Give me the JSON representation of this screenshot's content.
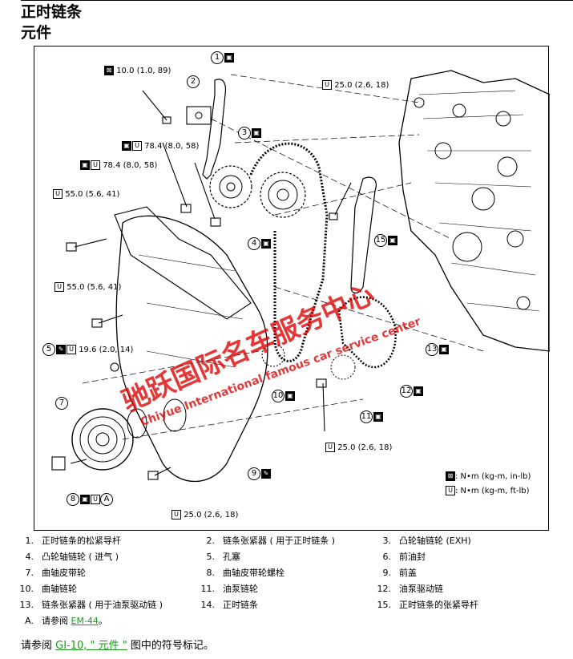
{
  "header": {
    "title": "正时链条",
    "subtitle": "元件"
  },
  "figure": {
    "callouts": [
      {
        "num": "1"
      },
      {
        "num": "2"
      },
      {
        "num": "3"
      },
      {
        "num": "4"
      },
      {
        "num": "5"
      },
      {
        "num": "7"
      },
      {
        "num": "8"
      },
      {
        "num": "9"
      },
      {
        "num": "10"
      },
      {
        "num": "11"
      },
      {
        "num": "12"
      },
      {
        "num": "13"
      },
      {
        "num": "15"
      }
    ],
    "torques": {
      "t1": "10.0 (1.0, 89)",
      "t2": "78.4 (8.0, 58)",
      "t3": "78.4 (8.0, 58)",
      "t4": "55.0 (5.6, 41)",
      "t5": "55.0 (5.6, 41)",
      "t6": "19.6 (2.0, 14)",
      "t7": "25.0 (2.6, 18)",
      "t8": "25.0 (2.6, 18)",
      "t9": "25.0 (2.6, 18)"
    },
    "unit_legend": {
      "nm_in_lb": ": N•m (kg-m, in-lb)",
      "nm_ft_lb": ": N•m (kg-m, ft-lb)"
    },
    "watermark": {
      "cn": "驰跃国际名车服务中心",
      "en": "Chiyue International famous car service center"
    }
  },
  "parts": [
    {
      "n": "1.",
      "label": "正时链条的松紧导杆"
    },
    {
      "n": "2.",
      "label": "链条张紧器 ( 用于正时链条 )"
    },
    {
      "n": "3.",
      "label": "凸轮轴链轮 (EXH)"
    },
    {
      "n": "4.",
      "label": "凸轮轴链轮 ( 进气 )"
    },
    {
      "n": "5.",
      "label": "孔塞"
    },
    {
      "n": "6.",
      "label": "前油封"
    },
    {
      "n": "7.",
      "label": "曲轴皮带轮"
    },
    {
      "n": "8.",
      "label": "曲轴皮带轮螺栓"
    },
    {
      "n": "9.",
      "label": "前盖"
    },
    {
      "n": "10.",
      "label": "曲轴链轮"
    },
    {
      "n": "11.",
      "label": "油泵链轮"
    },
    {
      "n": "12.",
      "label": "油泵驱动链"
    },
    {
      "n": "13.",
      "label": "链条张紧器 ( 用于油泵驱动链 )"
    },
    {
      "n": "14.",
      "label": "正时链条"
    },
    {
      "n": "15.",
      "label": "正时链条的张紧导杆"
    }
  ],
  "note_a": {
    "letter": "A.",
    "prefix": "请参阅 ",
    "link": "EM-44",
    "suffix": "。"
  },
  "footer": {
    "prefix": "请参阅 ",
    "link": "GI-10, \" 元件 \"",
    "suffix": " 图中的符号标记。"
  }
}
